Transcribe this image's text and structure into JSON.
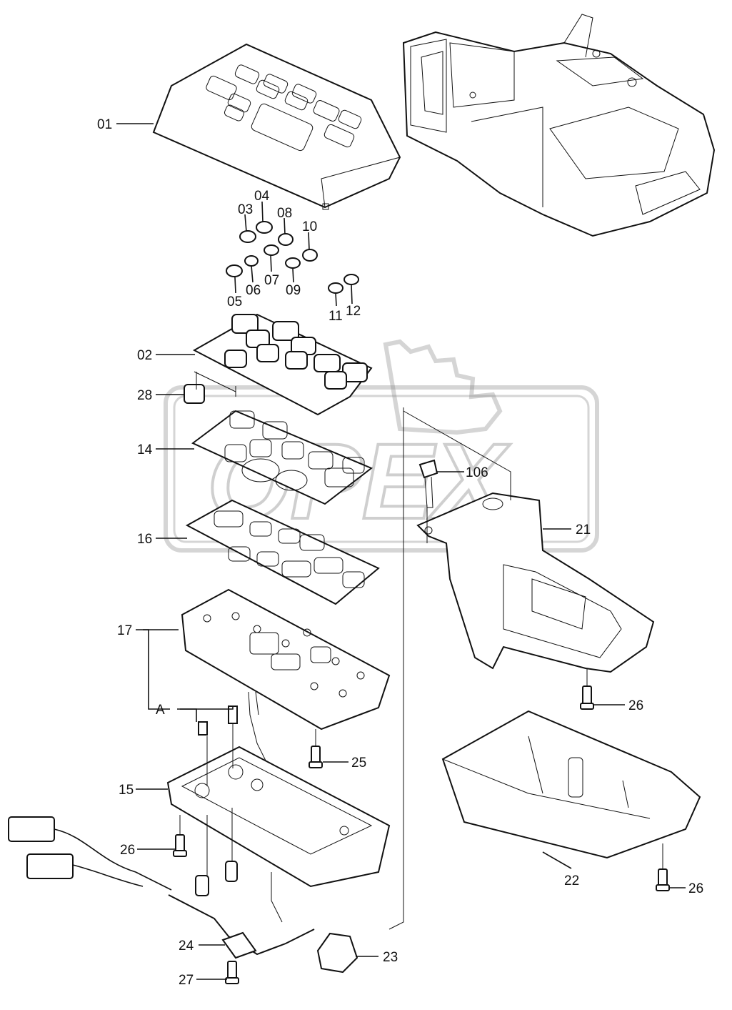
{
  "diagram": {
    "watermark": "OPEX",
    "callouts": [
      {
        "id": "c01",
        "label": "01"
      },
      {
        "id": "c02",
        "label": "02"
      },
      {
        "id": "c03",
        "label": "03"
      },
      {
        "id": "c04",
        "label": "04"
      },
      {
        "id": "c05",
        "label": "05"
      },
      {
        "id": "c06",
        "label": "06"
      },
      {
        "id": "c07",
        "label": "07"
      },
      {
        "id": "c08",
        "label": "08"
      },
      {
        "id": "c09",
        "label": "09"
      },
      {
        "id": "c10",
        "label": "10"
      },
      {
        "id": "c11",
        "label": "11"
      },
      {
        "id": "c12",
        "label": "12"
      },
      {
        "id": "c14",
        "label": "14"
      },
      {
        "id": "c15",
        "label": "15"
      },
      {
        "id": "c16",
        "label": "16"
      },
      {
        "id": "c17",
        "label": "17"
      },
      {
        "id": "c21",
        "label": "21"
      },
      {
        "id": "c22",
        "label": "22"
      },
      {
        "id": "c23",
        "label": "23"
      },
      {
        "id": "c24",
        "label": "24"
      },
      {
        "id": "c25",
        "label": "25"
      },
      {
        "id": "c26a",
        "label": "26"
      },
      {
        "id": "c26b",
        "label": "26"
      },
      {
        "id": "c26c",
        "label": "26"
      },
      {
        "id": "c27",
        "label": "27"
      },
      {
        "id": "c28",
        "label": "28"
      },
      {
        "id": "c106",
        "label": "106"
      },
      {
        "id": "cA",
        "label": "A"
      }
    ]
  }
}
